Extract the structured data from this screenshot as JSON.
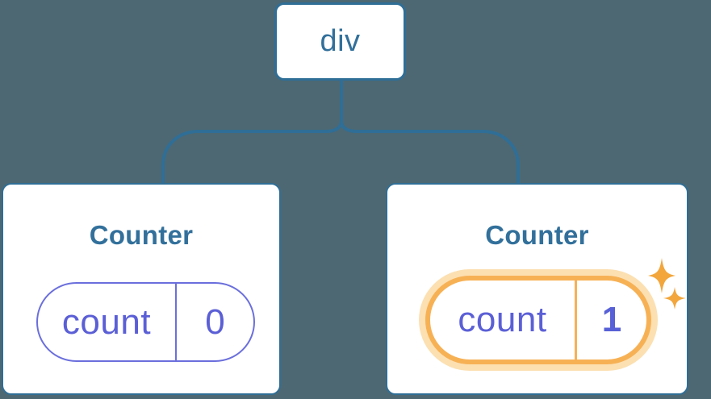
{
  "diagram": {
    "description": "React component tree diagram: a div root with two Counter children, each holding a count state pill; the second Counter's state is highlighted with sparkles",
    "root": {
      "label": "div"
    },
    "children": [
      {
        "title": "Counter",
        "state": {
          "key": "count",
          "value": "0"
        },
        "highlighted": false
      },
      {
        "title": "Counter",
        "state": {
          "key": "count",
          "value": "1"
        },
        "highlighted": true
      }
    ],
    "icons": {
      "sparkle_large": "sparkle-icon",
      "sparkle_small": "sparkle-icon"
    },
    "colors": {
      "background": "#4D6873",
      "node_fill": "#FFFFFF",
      "node_border_blue": "#2F6E96",
      "node_text_blue": "#32709B",
      "state_purple_border": "#6B6FDC",
      "state_purple_text": "#5B5FD6",
      "highlight_orange_border": "#F7B155",
      "highlight_orange_glow": "#FCE0B2",
      "sparkle_orange": "#F2A63C"
    }
  }
}
